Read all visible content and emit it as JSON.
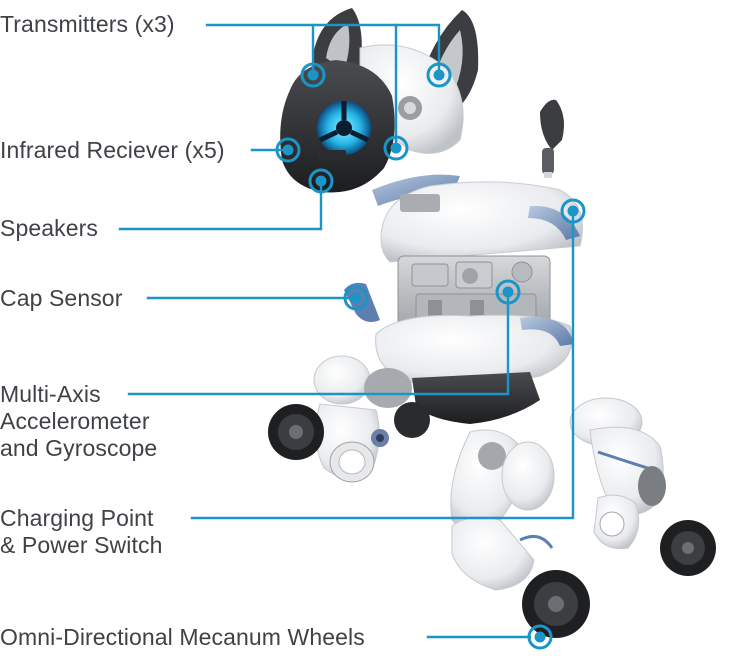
{
  "diagram": {
    "accent_color": "#1b95c7",
    "labels": [
      {
        "id": "transmitters",
        "lines": [
          "Transmitters (x3)"
        ]
      },
      {
        "id": "infrared",
        "lines": [
          "Infrared Reciever (x5)"
        ]
      },
      {
        "id": "speakers",
        "lines": [
          "Speakers"
        ]
      },
      {
        "id": "cap-sensor",
        "lines": [
          "Cap Sensor"
        ]
      },
      {
        "id": "accelerometer",
        "lines": [
          "Multi-Axis",
          "Accelerometer",
          "and Gyroscope"
        ]
      },
      {
        "id": "charging",
        "lines": [
          "Charging Point",
          "& Power Switch"
        ]
      },
      {
        "id": "wheels",
        "lines": [
          "Omni-Directional Mecanum Wheels"
        ]
      }
    ]
  }
}
